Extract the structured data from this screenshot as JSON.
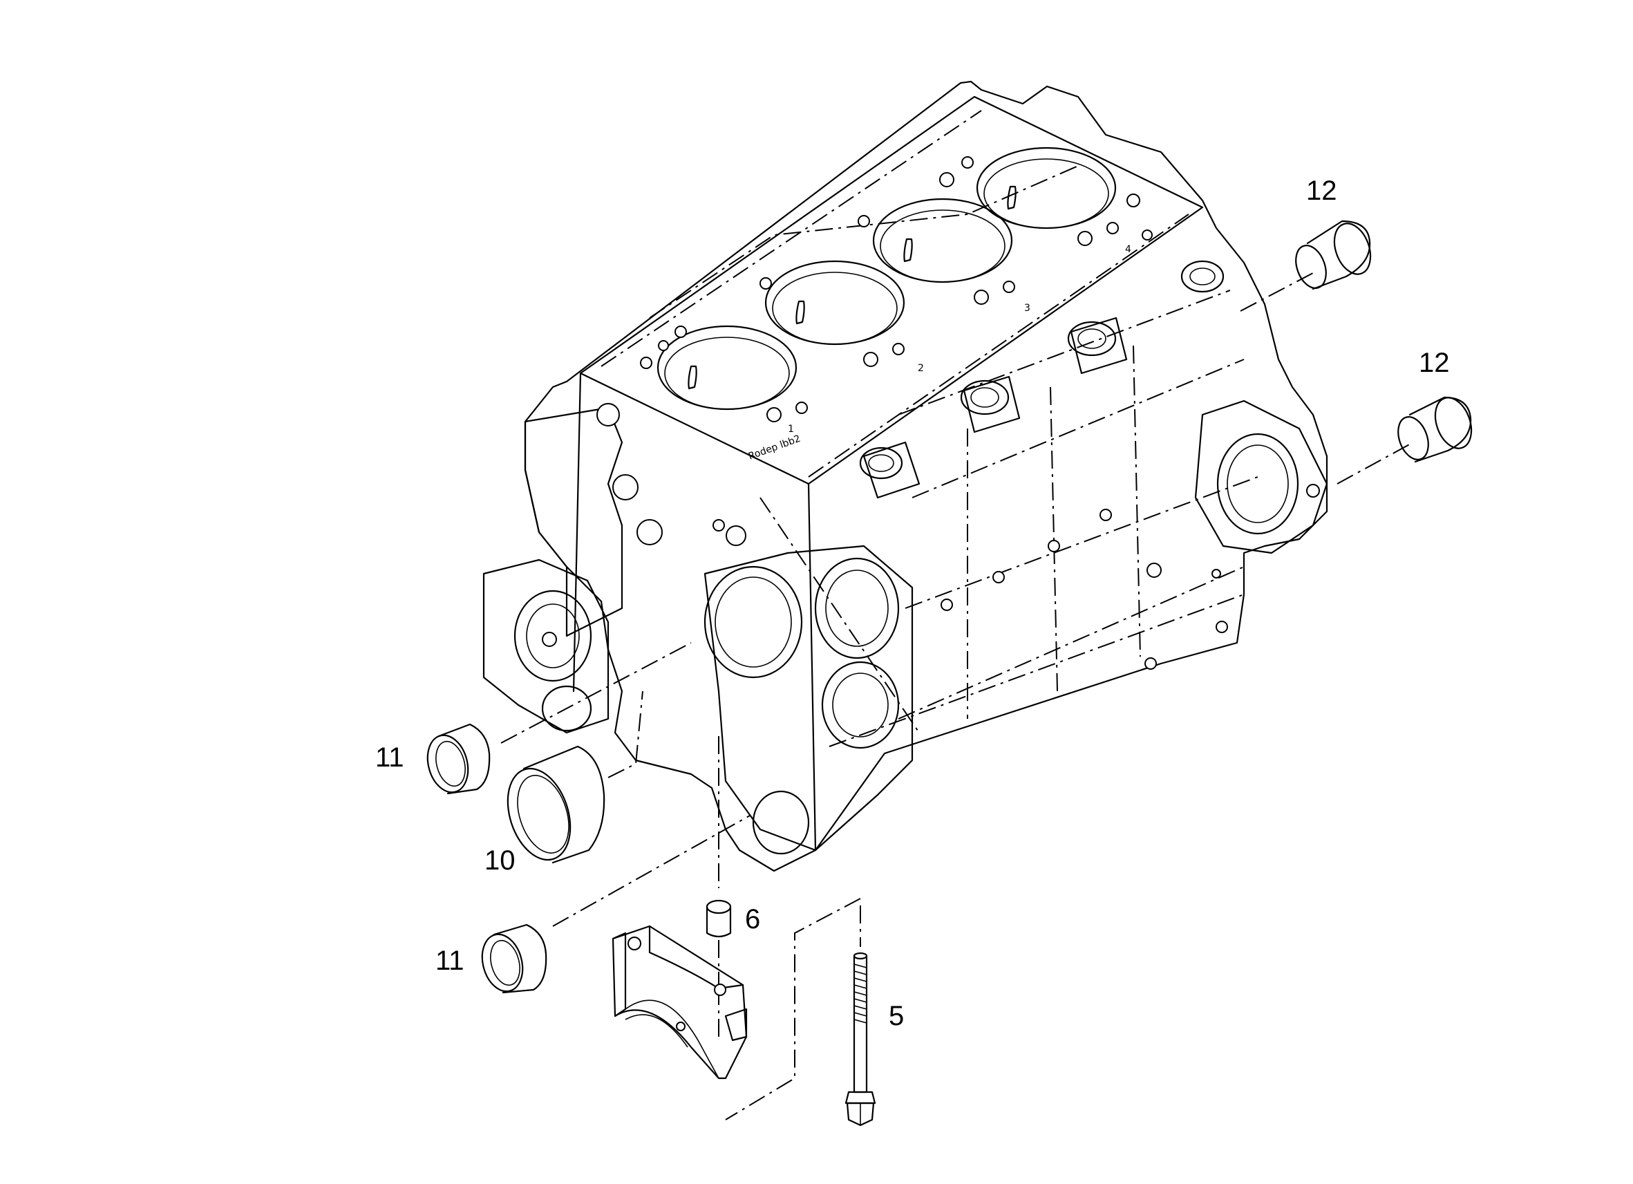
{
  "diagram": {
    "callouts": [
      {
        "id": "c12a",
        "label": "12"
      },
      {
        "id": "c12b",
        "label": "12"
      },
      {
        "id": "c11a",
        "label": "11"
      },
      {
        "id": "c10",
        "label": "10"
      },
      {
        "id": "c11b",
        "label": "11"
      },
      {
        "id": "c6",
        "label": "6"
      },
      {
        "id": "c5",
        "label": "5"
      }
    ],
    "cylinder_numbers": [
      "1",
      "2",
      "3",
      "4"
    ],
    "block_stamp": "Rodep lbb2"
  }
}
